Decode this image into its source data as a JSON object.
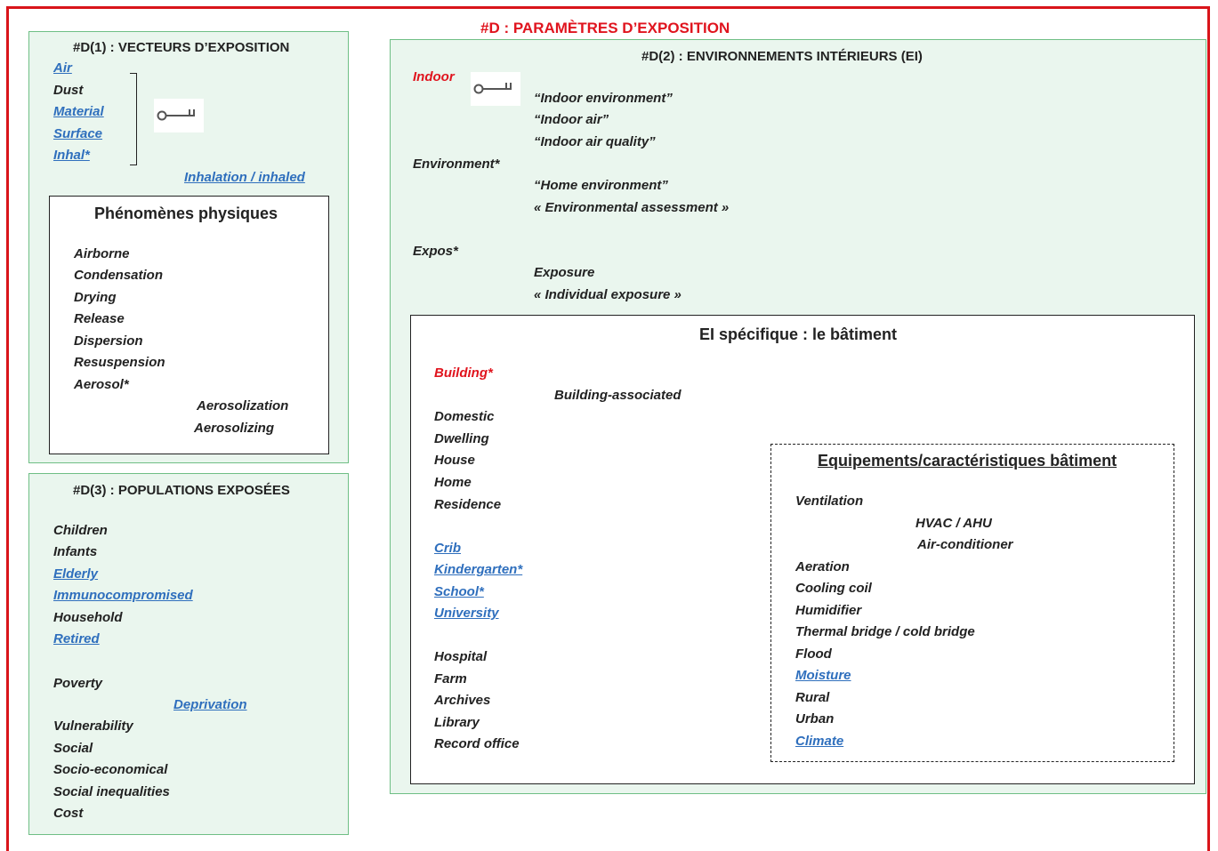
{
  "title": "#D : PARAMÈTRES D’EXPOSITION",
  "d1": {
    "title": "#D(1) : VECTEURS D’EXPOSITION",
    "vectors": [
      {
        "label": "Air",
        "link": true
      },
      {
        "label": "Dust",
        "link": false
      },
      {
        "label": "Material",
        "link": true
      },
      {
        "label": "Surface",
        "link": true
      },
      {
        "label": "Inhal*",
        "link": true
      }
    ],
    "inhalation": "Inhalation / inhaled",
    "phenomena": {
      "title": "Phénomènes physiques",
      "items": [
        "Airborne",
        "Condensation",
        "Drying",
        "Release",
        "Dispersion",
        "Resuspension",
        "Aerosol*"
      ],
      "sub_items": [
        "Aerosolization",
        "Aerosolizing"
      ]
    }
  },
  "d2": {
    "title": "#D(2) : ENVIRONNEMENTS INTÉRIEURS (EI)",
    "indoor": "Indoor",
    "indoor_terms": [
      "“Indoor environment”",
      "“Indoor air”",
      "“Indoor air quality”"
    ],
    "environment": "Environment*",
    "environment_terms": [
      "“Home environment”",
      "« Environmental  assessment  »"
    ],
    "expos": "Expos*",
    "expos_terms": [
      "Exposure",
      "« Individual exposure »"
    ],
    "building_box": {
      "title": "EI spécifique : le bâtiment",
      "building": "Building*",
      "building_associated": "Building-associated",
      "group1": [
        "Domestic",
        "Dwelling",
        "House",
        "Home",
        "Residence"
      ],
      "group2": [
        "Crib",
        "Kindergarten*",
        "School*",
        "University"
      ],
      "group3": [
        "Hospital",
        "Farm",
        "Archives",
        "Library",
        "Record office"
      ],
      "equipment": {
        "title": "Equipements/caractéristiques bâtiment",
        "ventilation": "Ventilation",
        "ventilation_sub": [
          "HVAC / AHU",
          "Air-conditioner"
        ],
        "items": [
          {
            "label": "Aeration",
            "link": false
          },
          {
            "label": "Cooling coil",
            "link": false
          },
          {
            "label": "Humidifier",
            "link": false
          },
          {
            "label": "Thermal bridge / cold bridge",
            "link": false
          },
          {
            "label": "Flood",
            "link": false
          },
          {
            "label": "Moisture",
            "link": true
          },
          {
            "label": "Rural",
            "link": false
          },
          {
            "label": "Urban",
            "link": false
          },
          {
            "label": "Climate",
            "link": true
          }
        ]
      }
    }
  },
  "d3": {
    "title": "#D(3) : POPULATIONS EXPOSÉES",
    "group1": [
      {
        "label": "Children",
        "link": false
      },
      {
        "label": "Infants",
        "link": false
      },
      {
        "label": "Elderly",
        "link": true
      },
      {
        "label": "Immunocompromised",
        "link": true
      },
      {
        "label": "Household",
        "link": false
      },
      {
        "label": "Retired",
        "link": true
      }
    ],
    "poverty": "Poverty",
    "deprivation": "Deprivation",
    "group2": [
      "Vulnerability",
      "Social",
      "Socio-economical",
      "Social inequalities",
      "Cost"
    ]
  },
  "colors": {
    "frame": "#d9141a",
    "title": "#e0141e",
    "panel_fill": "#eaf6ee",
    "panel_border": "#6fbf85",
    "link": "#2f6fbd",
    "text": "#222222"
  },
  "icons": [
    "key-icon",
    "key-icon"
  ]
}
